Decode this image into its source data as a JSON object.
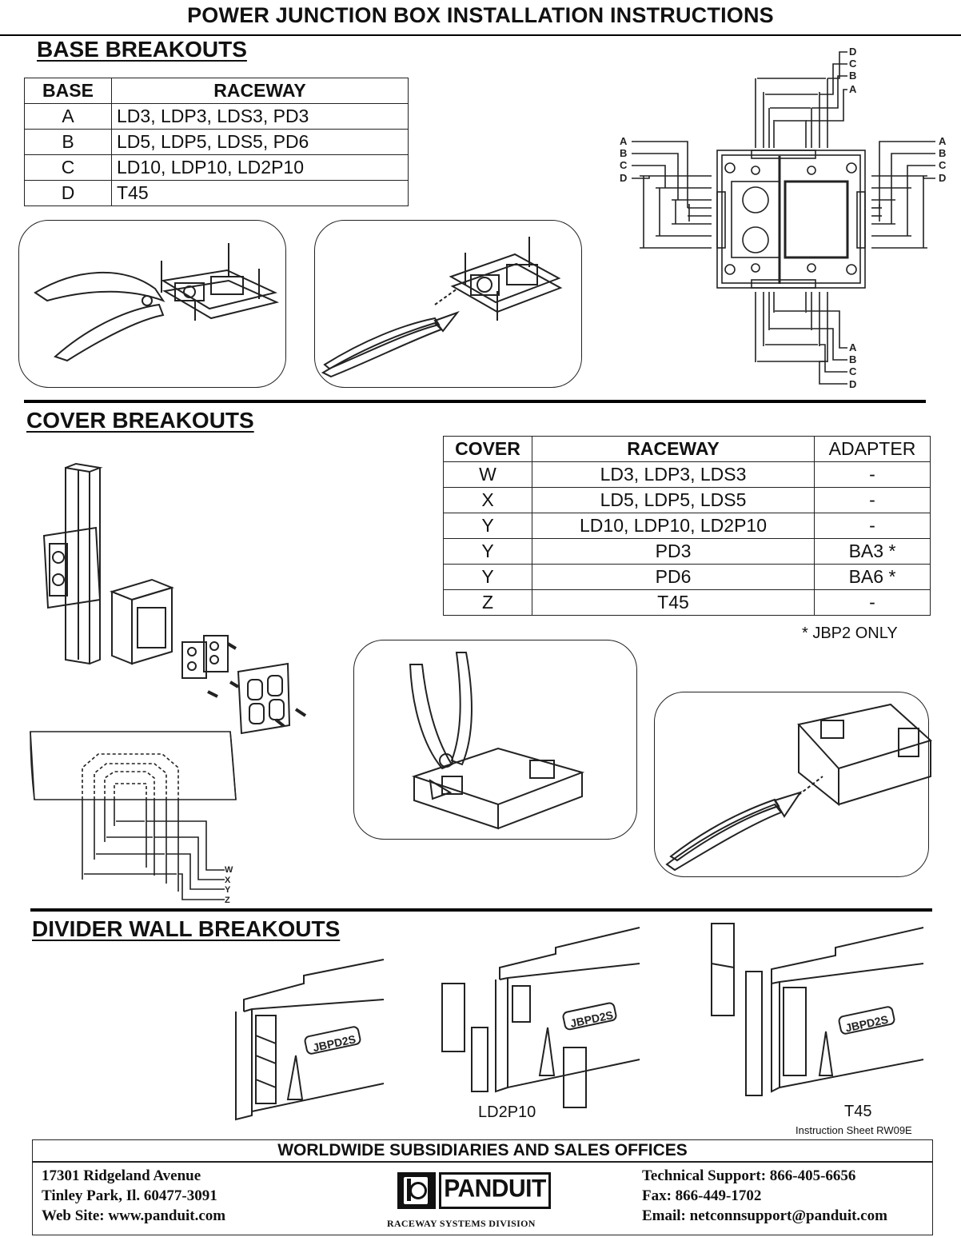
{
  "title": "POWER JUNCTION BOX INSTALLATION INSTRUCTIONS",
  "base_section": {
    "heading": "BASE BREAKOUTS",
    "table": {
      "headers": [
        "BASE",
        "RACEWAY"
      ],
      "rows": [
        [
          "A",
          "LD3, LDP3, LDS3, PD3"
        ],
        [
          "B",
          "LD5, LDP5, LDS5, PD6"
        ],
        [
          "C",
          "LD10, LDP10, LD2P10"
        ],
        [
          "D",
          "T45"
        ]
      ]
    },
    "diagram_letters": [
      "A",
      "B",
      "C",
      "D"
    ]
  },
  "cover_section": {
    "heading": "COVER BREAKOUTS",
    "table": {
      "headers": [
        "COVER",
        "RACEWAY",
        "ADAPTER"
      ],
      "rows": [
        [
          "W",
          "LD3, LDP3, LDS3",
          "-"
        ],
        [
          "X",
          "LD5, LDP5, LDS5",
          "-"
        ],
        [
          "Y",
          "LD10, LDP10, LD2P10",
          "-"
        ],
        [
          "Y",
          "PD3",
          "BA3 *"
        ],
        [
          "Y",
          "PD6",
          "BA6 *"
        ],
        [
          "Z",
          "T45",
          "-"
        ]
      ]
    },
    "footnote": "* JBP2  ONLY",
    "diagram_letters": [
      "W",
      "X",
      "Y",
      "Z"
    ]
  },
  "divider_section": {
    "heading": "DIVIDER WALL  BREAKOUTS",
    "part_label": "JBPD2S",
    "captions": [
      "LD2P10",
      "T45"
    ],
    "sheet_id": "Instruction Sheet RW09E"
  },
  "footer": {
    "heading": "WORLDWIDE  SUBSIDIARIES AND SALES OFFICES",
    "address": [
      "17301 Ridgeland Avenue",
      "Tinley Park, Il. 60477-3091",
      "Web Site: www.panduit.com"
    ],
    "logo_text": "PANDUIT",
    "division": "RACEWAY SYSTEMS DIVISION",
    "contact": [
      "Technical Support: 866-405-6656",
      "Fax: 866-449-1702",
      "Email: netconnsupport@panduit.com"
    ]
  }
}
